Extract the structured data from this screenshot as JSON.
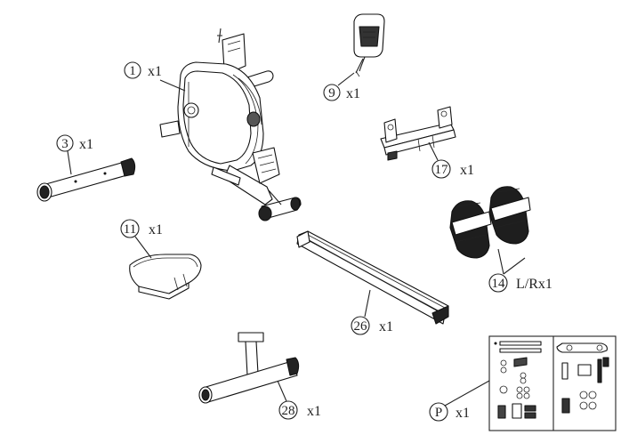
{
  "colors": {
    "ink": "#111111",
    "paper": "#ffffff",
    "shade": "#2a2a2a",
    "light_shade": "#9a9a9a"
  },
  "parts": [
    {
      "id": "1",
      "number": "1",
      "qty": "x1"
    },
    {
      "id": "9",
      "number": "9",
      "qty": "x1"
    },
    {
      "id": "3",
      "number": "3",
      "qty": "x1"
    },
    {
      "id": "17",
      "number": "17",
      "qty": "x1"
    },
    {
      "id": "11",
      "number": "11",
      "qty": "x1"
    },
    {
      "id": "14",
      "number": "14",
      "qty": "L/Rx1"
    },
    {
      "id": "26",
      "number": "26",
      "qty": "x1"
    },
    {
      "id": "28",
      "number": "28",
      "qty": "x1"
    },
    {
      "id": "P",
      "number": "P",
      "qty": "x1"
    }
  ]
}
